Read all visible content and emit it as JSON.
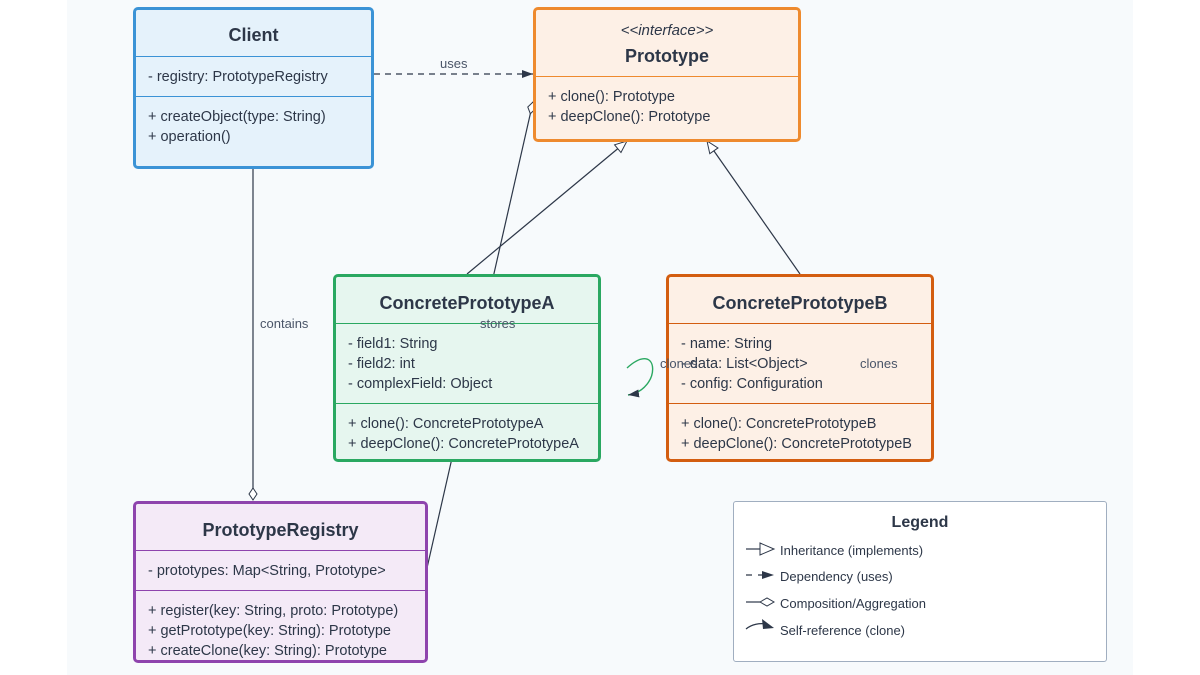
{
  "classes": {
    "client": {
      "name": "Client",
      "attributes": [
        "- registry: PrototypeRegistry"
      ],
      "methods": [
        "+ createObject(type: String)",
        "+ operation()"
      ]
    },
    "prototype": {
      "stereotype": "<<interface>>",
      "name": "Prototype",
      "methods": [
        "+ clone(): Prototype",
        "+ deepClone(): Prototype"
      ]
    },
    "concrete_a": {
      "name": "ConcretePrototypeA",
      "attributes": [
        "- field1: String",
        "- field2: int",
        "- complexField: Object"
      ],
      "methods": [
        "+ clone(): ConcretePrototypeA",
        "+ deepClone(): ConcretePrototypeA"
      ]
    },
    "concrete_b": {
      "name": "ConcretePrototypeB",
      "attributes": [
        "- name: String",
        "- data: List<Object>",
        "- config: Configuration"
      ],
      "methods": [
        "+ clone(): ConcretePrototypeB",
        "+ deepClone(): ConcretePrototypeB"
      ]
    },
    "registry": {
      "name": "PrototypeRegistry",
      "attributes": [
        "- prototypes: Map<String, Prototype>"
      ],
      "methods": [
        "+ register(key: String, proto: Prototype)",
        "+ getPrototype(key: String): Prototype",
        "+ createClone(key: String): Prototype"
      ]
    }
  },
  "relations": {
    "uses": "uses",
    "contains": "contains",
    "stores": "stores",
    "clones_a": "clones",
    "clones_b": "clones"
  },
  "legend": {
    "title": "Legend",
    "items": [
      "Inheritance (implements)",
      "Dependency (uses)",
      "Composition/Aggregation",
      "Self-reference (clone)"
    ]
  },
  "colors": {
    "client": {
      "border": "#3b93d6",
      "fill": "#e5f2fb"
    },
    "prototype": {
      "border": "#ee8a2e",
      "fill": "#fdf0e6"
    },
    "concrete_a": {
      "border": "#2aa861",
      "fill": "#e6f6ef"
    },
    "concrete_b": {
      "border": "#d35d10",
      "fill": "#fdf0e6"
    },
    "registry": {
      "border": "#8e44ad",
      "fill": "#f4eaf7"
    },
    "line": "#2d3748"
  }
}
